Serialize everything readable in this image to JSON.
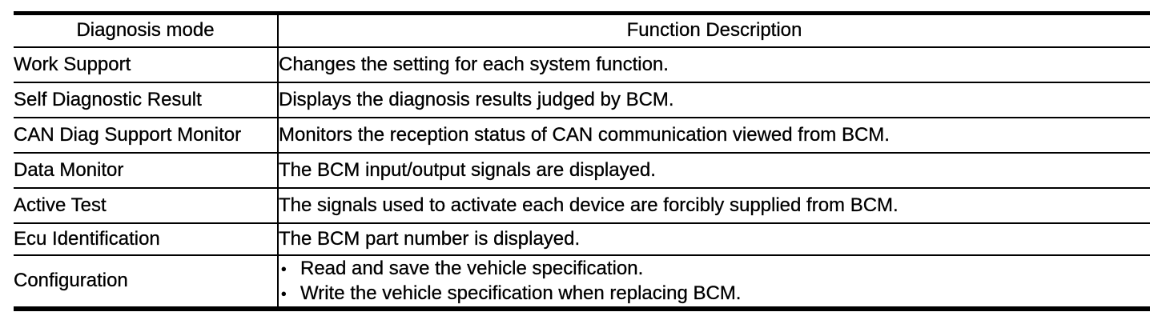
{
  "table": {
    "header": {
      "mode_label": "Diagnosis mode",
      "description_label": "Function Description"
    },
    "rows": [
      {
        "mode": "Work Support",
        "description": "Changes the setting for each system function."
      },
      {
        "mode": "Self Diagnostic Result",
        "description": "Displays the diagnosis results judged by BCM."
      },
      {
        "mode": "CAN Diag Support Monitor",
        "description": "Monitors the reception status of CAN communication viewed from BCM."
      },
      {
        "mode": "Data Monitor",
        "description": "The BCM input/output signals are displayed."
      },
      {
        "mode": "Active Test",
        "description": "The signals used to activate each device are forcibly supplied from BCM."
      },
      {
        "mode": "Ecu Identification",
        "description": "The BCM part number is displayed."
      },
      {
        "mode": "Configuration",
        "bullets": [
          "Read and save the vehicle specification.",
          "Write the vehicle specification when replacing BCM."
        ]
      }
    ],
    "bullet_glyph": "•"
  },
  "colors": {
    "border": "#000000",
    "text": "#000000",
    "background": "#ffffff"
  }
}
